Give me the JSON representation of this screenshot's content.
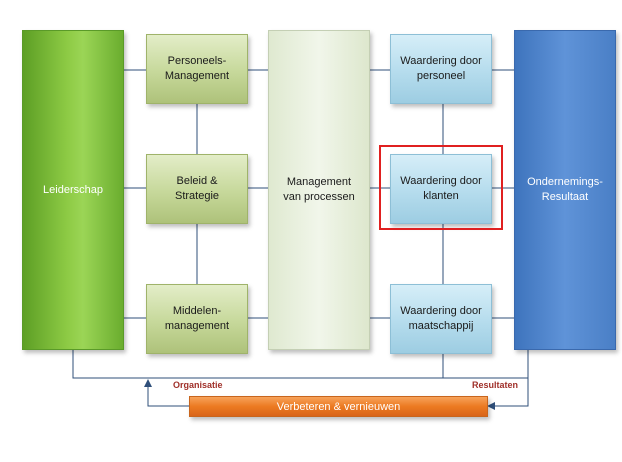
{
  "boxes": {
    "leiderschap": "Leiderschap",
    "personeelsmanagement": "Personeels-\nManagement",
    "beleid_strategie": "Beleid &\nStrategie",
    "middelenmanagement": "Middelen-\nmanagement",
    "management_processen": "Management\nvan processen",
    "waardering_personeel": "Waardering door\npersoneel",
    "waardering_klanten": "Waardering door\nklanten",
    "waardering_maatschappij": "Waardering door\nmaatschappij",
    "ondernemingsresultaat": "Ondernemings-\nResultaat"
  },
  "feedback": {
    "organisatie_label": "Organisatie",
    "resultaten_label": "Resultaten",
    "improve_label": "Verbeteren & vernieuwen"
  },
  "colors": {
    "connector": "#2f4f7a",
    "highlight": "#e02020",
    "loop_label": "#a0302a"
  }
}
